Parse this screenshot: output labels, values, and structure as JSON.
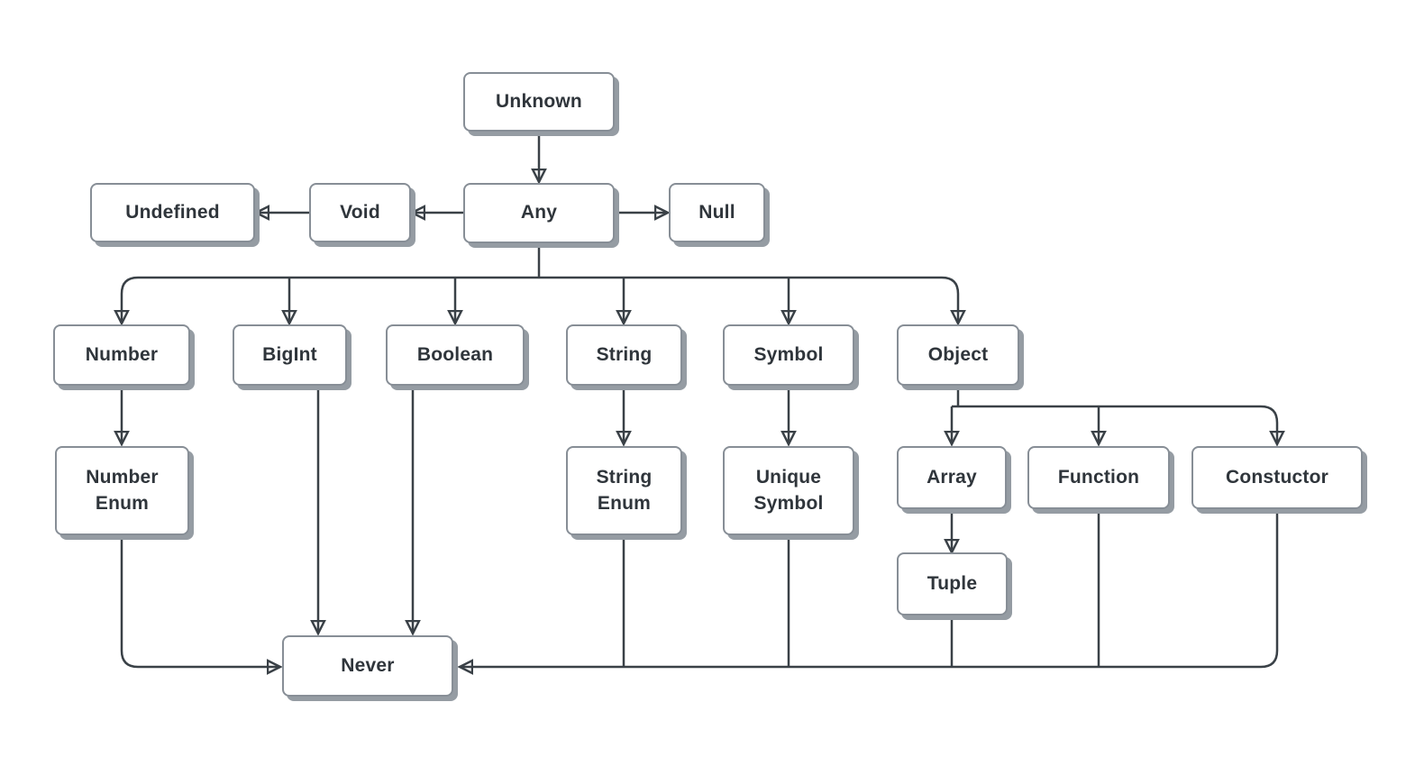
{
  "diagram": {
    "type": "flowchart",
    "description_colors": {
      "background": "#ffffff",
      "node_fill": "#ffffff",
      "node_border": "#878e96",
      "node_shadow": "#959ca3",
      "edge_stroke": "#3a4147",
      "text": "#2f353b"
    }
  },
  "nodes": {
    "unknown": {
      "label": "Unknown"
    },
    "undefined": {
      "label": "Undefined"
    },
    "void": {
      "label": "Void"
    },
    "any": {
      "label": "Any"
    },
    "null": {
      "label": "Null"
    },
    "number": {
      "label": "Number"
    },
    "bigint": {
      "label": "BigInt"
    },
    "boolean": {
      "label": "Boolean"
    },
    "string": {
      "label": "String"
    },
    "symbol": {
      "label": "Symbol"
    },
    "object": {
      "label": "Object"
    },
    "number_enum": {
      "label": "Number Enum"
    },
    "string_enum": {
      "label": "String Enum"
    },
    "unique_symbol": {
      "label": "Unique Symbol"
    },
    "array": {
      "label": "Array"
    },
    "function": {
      "label": "Function"
    },
    "constuctor": {
      "label": "Constuctor"
    },
    "tuple": {
      "label": "Tuple"
    },
    "never": {
      "label": "Never"
    }
  },
  "edges": [
    {
      "from": "unknown",
      "to": "any"
    },
    {
      "from": "any",
      "to": "void"
    },
    {
      "from": "void",
      "to": "undefined"
    },
    {
      "from": "any",
      "to": "null"
    },
    {
      "from": "any",
      "to": "number"
    },
    {
      "from": "any",
      "to": "bigint"
    },
    {
      "from": "any",
      "to": "boolean"
    },
    {
      "from": "any",
      "to": "string"
    },
    {
      "from": "any",
      "to": "symbol"
    },
    {
      "from": "any",
      "to": "object"
    },
    {
      "from": "number",
      "to": "number_enum"
    },
    {
      "from": "string",
      "to": "string_enum"
    },
    {
      "from": "symbol",
      "to": "unique_symbol"
    },
    {
      "from": "object",
      "to": "array"
    },
    {
      "from": "object",
      "to": "function"
    },
    {
      "from": "object",
      "to": "constuctor"
    },
    {
      "from": "array",
      "to": "tuple"
    },
    {
      "from": "number_enum",
      "to": "never"
    },
    {
      "from": "bigint",
      "to": "never"
    },
    {
      "from": "boolean",
      "to": "never"
    },
    {
      "from": "string_enum",
      "to": "never"
    },
    {
      "from": "unique_symbol",
      "to": "never"
    },
    {
      "from": "tuple",
      "to": "never"
    },
    {
      "from": "function",
      "to": "never"
    },
    {
      "from": "constuctor",
      "to": "never"
    }
  ]
}
